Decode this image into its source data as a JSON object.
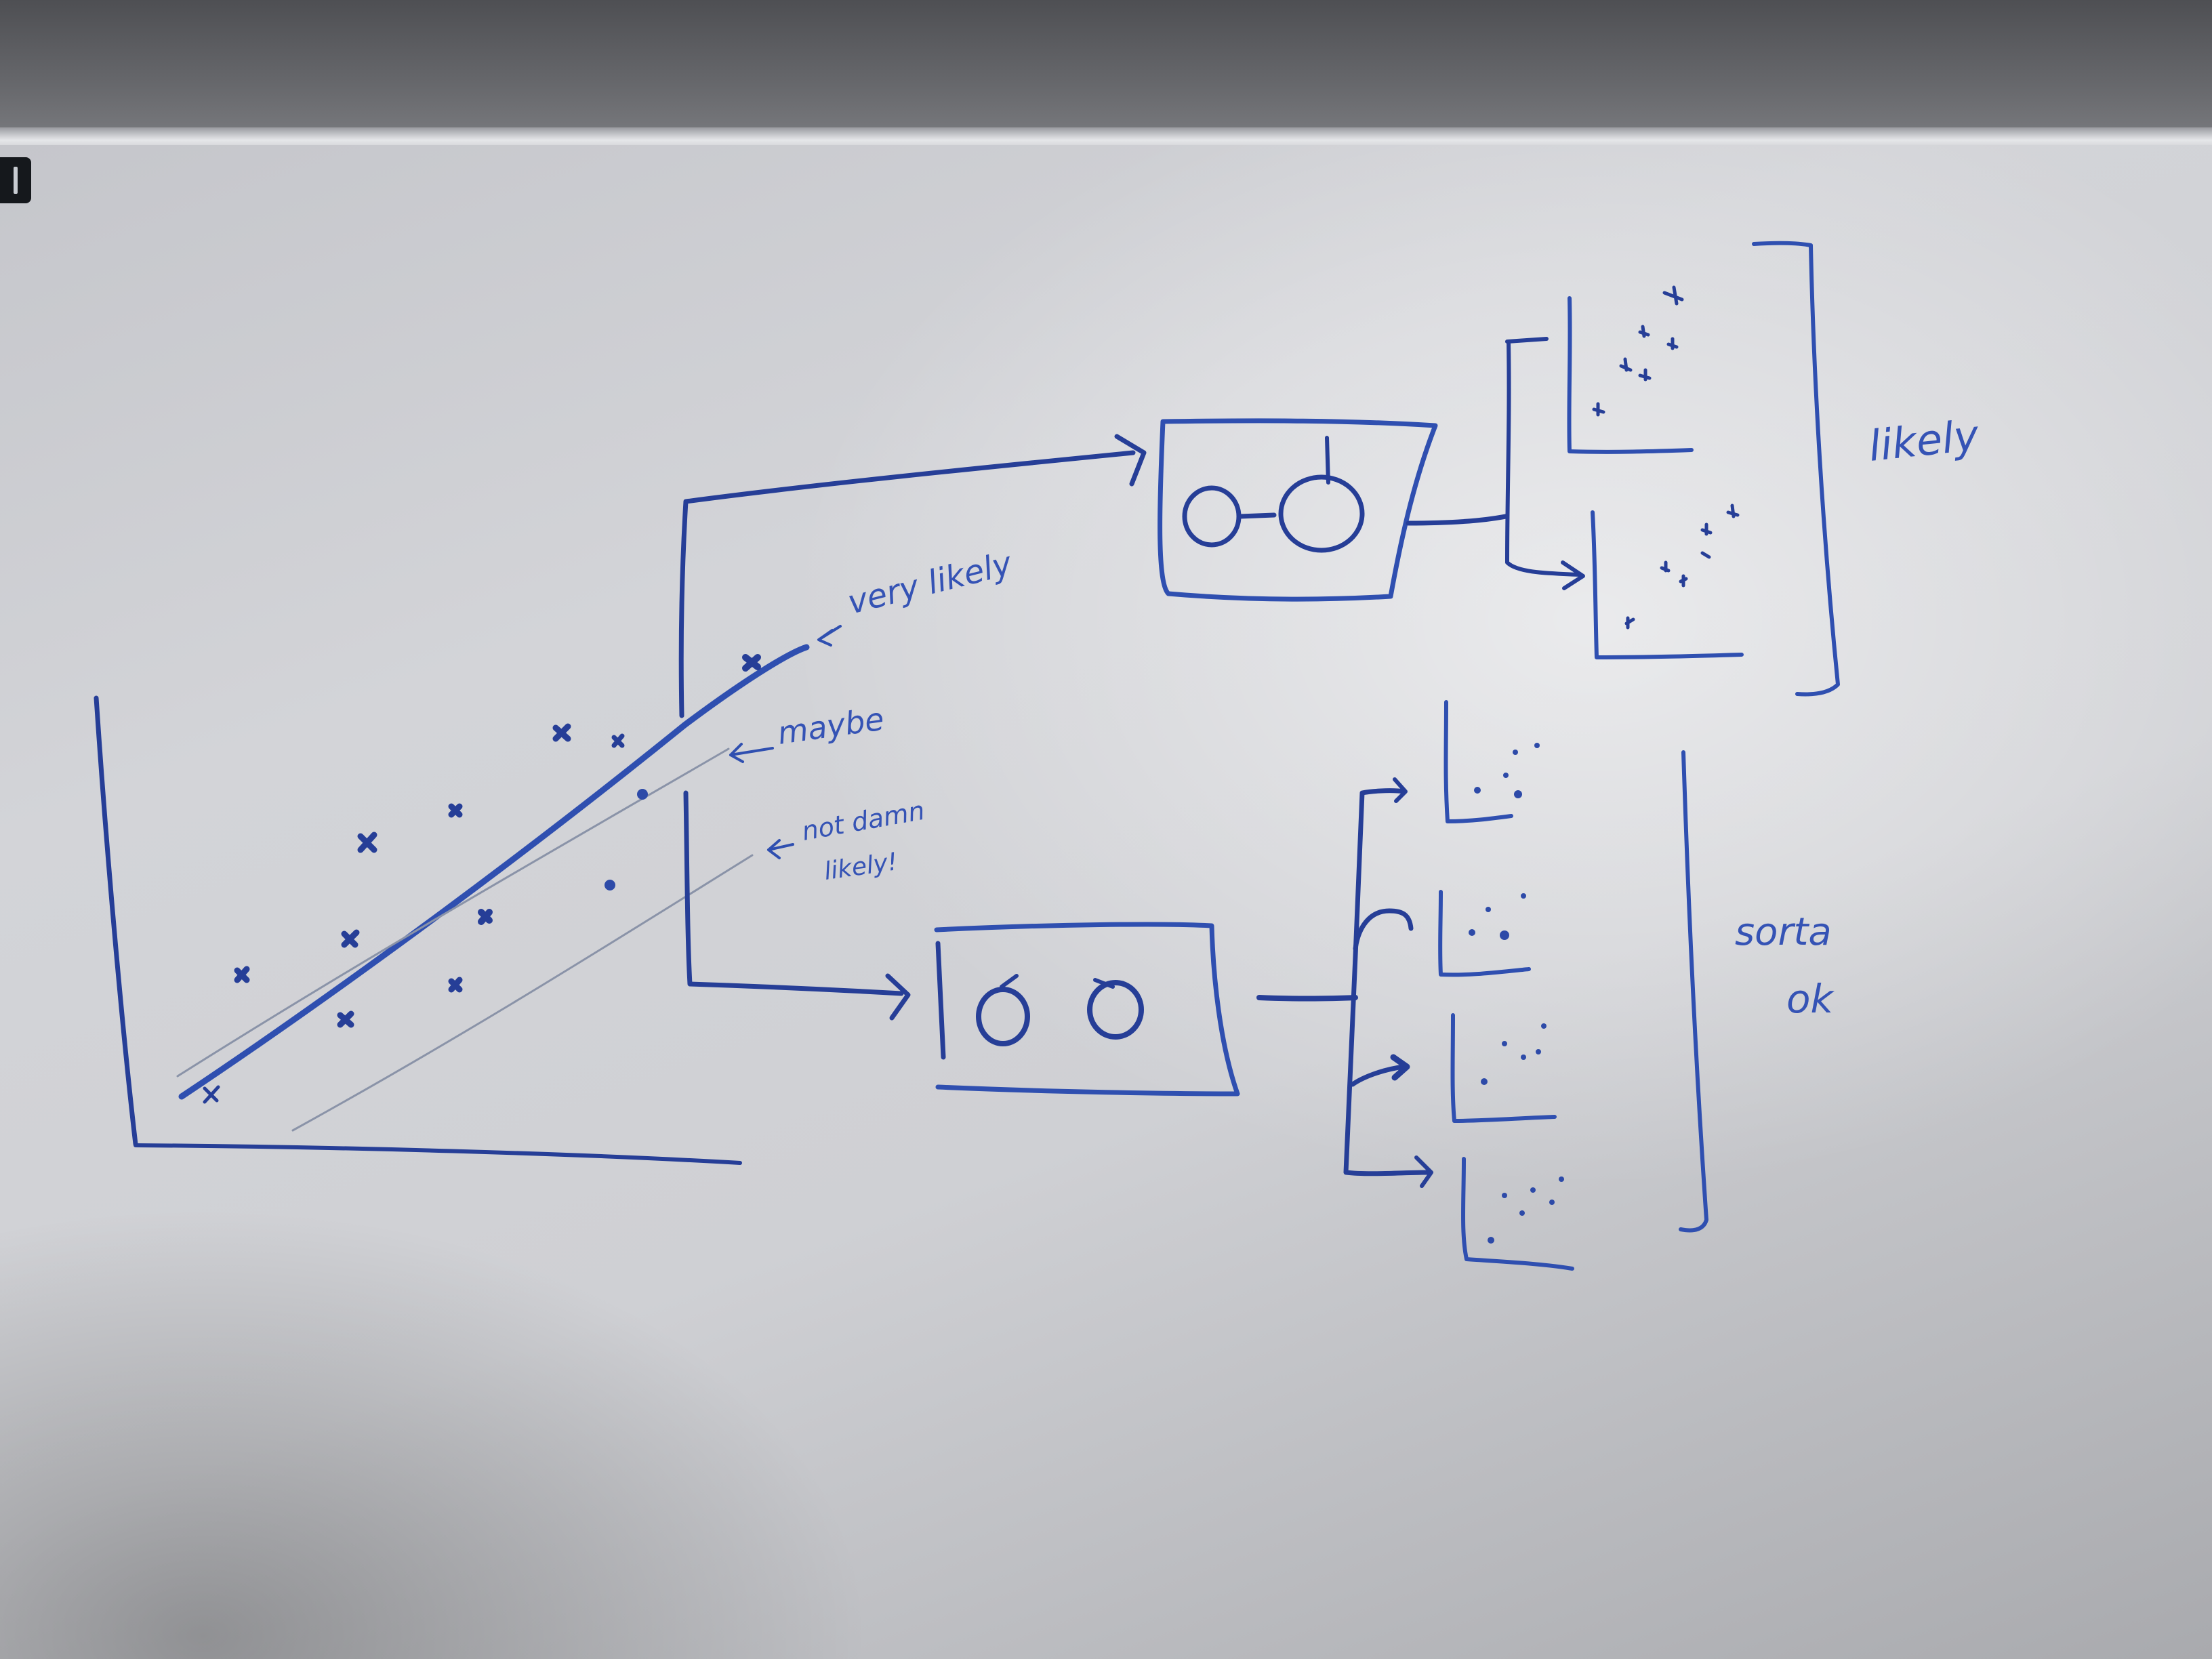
{
  "whiteboard": {
    "ink_color": "#2f4fb0",
    "labels": {
      "very_likely": "very likely",
      "maybe": "maybe",
      "not_damn_likely_line1": "not damn",
      "not_damn_likely_line2": "likely!",
      "likely": "likely",
      "sorta": "sorta",
      "ok": "ok"
    },
    "top_model_glyphs": "o-o",
    "bottom_model_glyphs": "o o"
  }
}
